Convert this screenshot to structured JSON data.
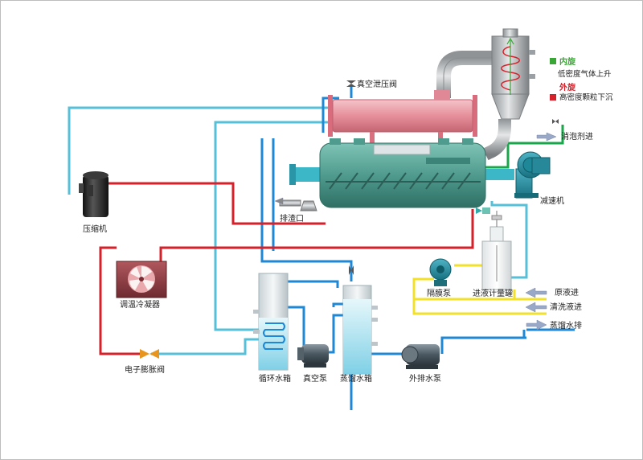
{
  "colors": {
    "cyan_pipe": "#56c0d8",
    "blue_pipe": "#1e88d6",
    "red_pipe": "#d6202a",
    "yellow_pipe": "#f2e02a",
    "green_pipe": "#1aa64a",
    "tank_body": "#5aa89a",
    "condenser": "#e99aa4"
  },
  "labels": {
    "vacuum_relief_valve": "真空泄压阀",
    "compressor": "压缩机",
    "residue_outlet": "排渣口",
    "defoamer_in": "消泡剂进",
    "reducer": "减速机",
    "diaphragm_pump": "隔膜泵",
    "feed_meter_tank": "进液计量罐",
    "raw_liquid_in": "原液进",
    "wash_liquid_in": "清洗液进",
    "distilled_water_out": "蒸馏水排",
    "temp_condenser": "调温冷凝器",
    "expansion_valve": "电子膨胀阀",
    "circulating_tank": "循环水箱",
    "vacuum_pump": "真空泵",
    "distilled_water_tank": "蒸馏水箱",
    "discharge_pump": "外排水泵"
  },
  "legend": {
    "inner_title": "内旋",
    "inner_desc": "低密度气体上升",
    "outer_title": "外旋",
    "outer_desc": "高密度颗粒下沉",
    "inner_color": "#3aa635",
    "outer_color": "#d6202a"
  },
  "icons": {
    "valve": "valve-icon",
    "arrow_in": "arrow-left-icon",
    "arrow_out": "arrow-right-icon",
    "fan": "fan-icon"
  }
}
